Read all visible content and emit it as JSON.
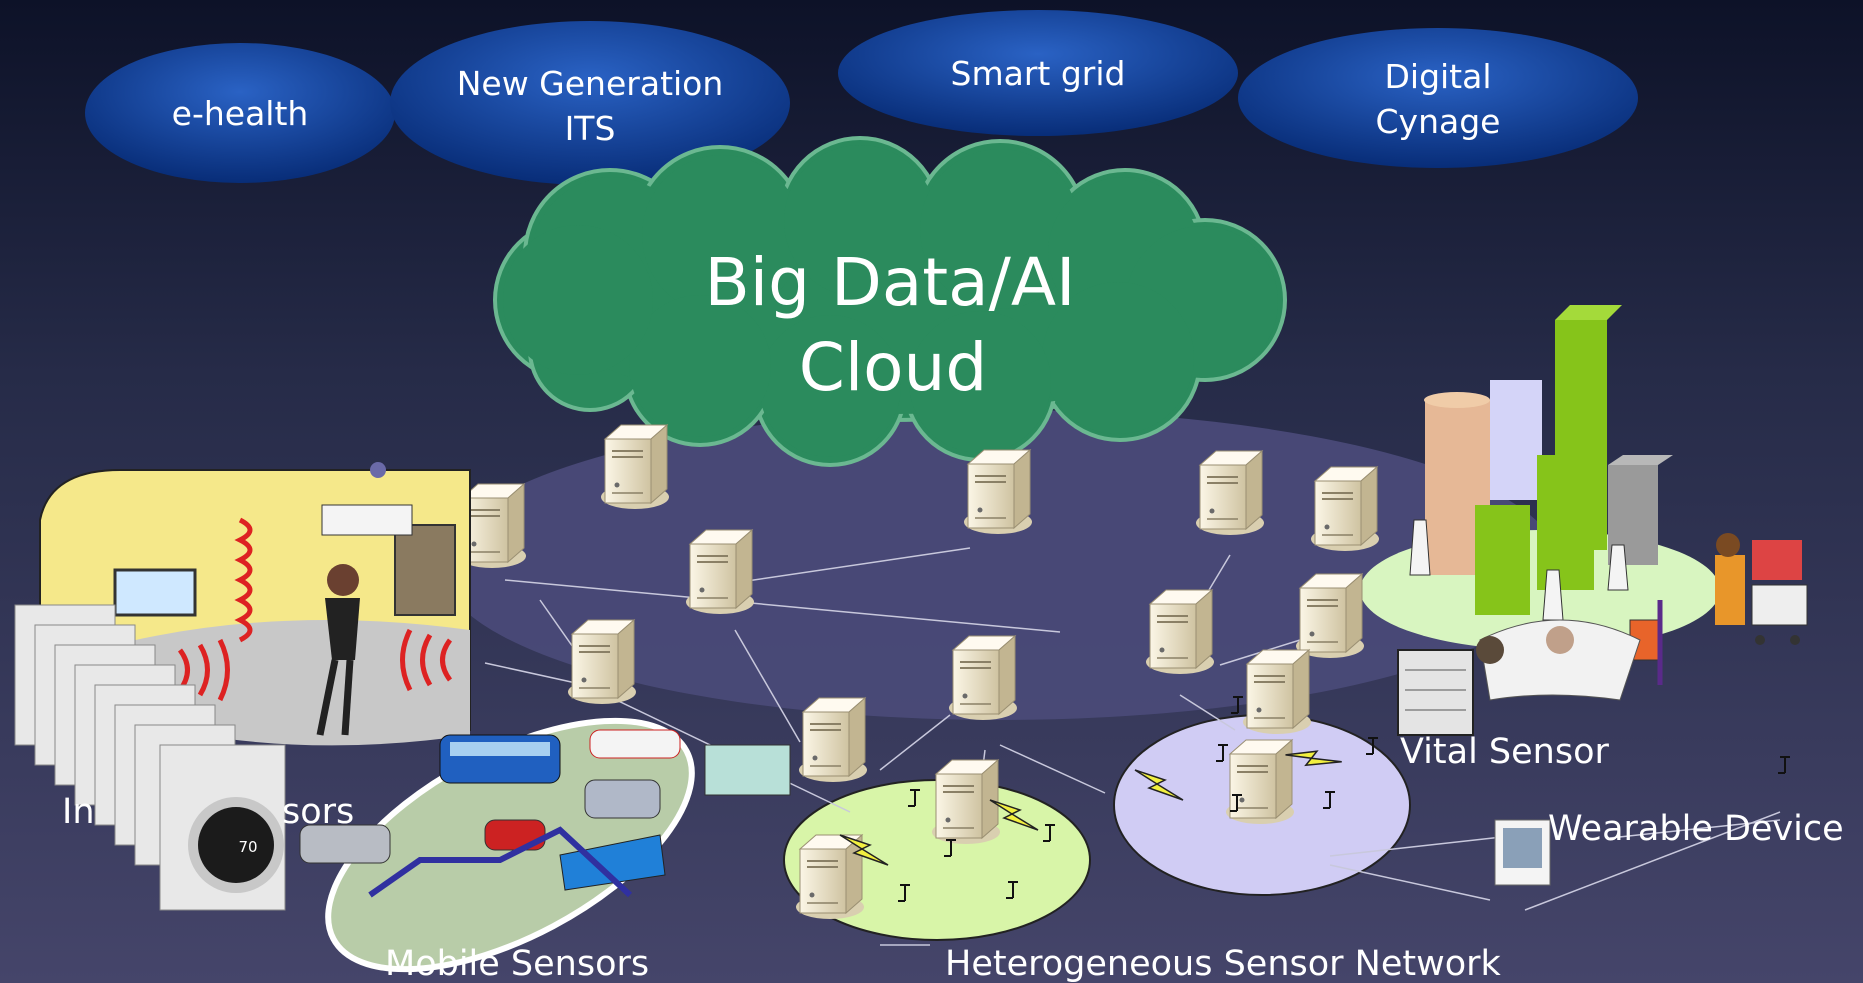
{
  "applications": [
    {
      "line1": "e-health",
      "line2": ""
    },
    {
      "line1": "New Generation",
      "line2": "ITS"
    },
    {
      "line1": "Smart grid",
      "line2": ""
    },
    {
      "line1": "Digital",
      "line2": "Cynage"
    }
  ],
  "cloud": {
    "line1": "Big Data/AI",
    "line2": "Cloud"
  },
  "labels": {
    "indoor_sensors": "sors",
    "indoor_prefix": "In",
    "mobile_sensors": "Mobile Sensors",
    "heterogeneous": "Heterogeneous Sensor Network",
    "vital": "Vital Sensor",
    "wearable": "Wearable Device",
    "thermostat_value": "70"
  },
  "colors": {
    "app_bubble": "#0a3a94",
    "cloud": "#2a8a5c",
    "network_plane": "#4a4a78",
    "mobile_ellipse": "#b8cca8",
    "green_cluster": "#d8f5a8",
    "lilac_cluster": "#d0ccf4"
  }
}
